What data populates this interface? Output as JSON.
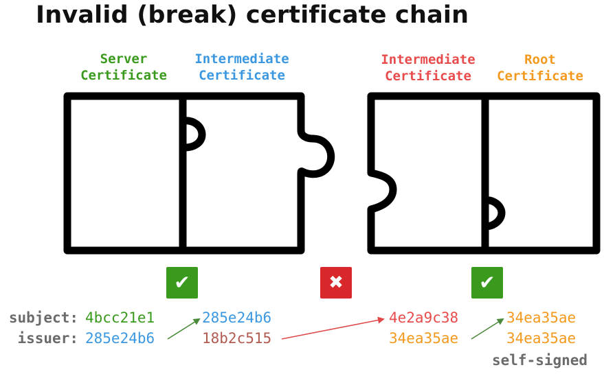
{
  "title": "Invalid (break) certificate chain",
  "colors": {
    "server": "#3a9a1e",
    "intermediate": "#3b98e0",
    "intermediate2": "#e84b4b",
    "root": "#f39a1e",
    "issuer_mismatch": "#b05a50",
    "row_label": "#6b6b6b",
    "ok_badge": "#3a9a1e",
    "bad_badge": "#d8282b"
  },
  "pieces": [
    {
      "label_line1": "Server",
      "label_line2": "Certificate"
    },
    {
      "label_line1": "Intermediate",
      "label_line2": "Certificate"
    },
    {
      "label_line1": "Intermediate",
      "label_line2": "Certificate"
    },
    {
      "label_line1": "Root",
      "label_line2": "Certificate"
    }
  ],
  "badges": [
    {
      "status": "valid",
      "symbol": "✔",
      "icon": "check-icon"
    },
    {
      "status": "invalid",
      "symbol": "✖",
      "icon": "cross-icon"
    },
    {
      "status": "valid",
      "symbol": "✔",
      "icon": "check-icon"
    }
  ],
  "row_labels": {
    "subject": "subject:",
    "issuer": "issuer:"
  },
  "certs": [
    {
      "subject": "4bcc21e1",
      "issuer": "285e24b6"
    },
    {
      "subject": "285e24b6",
      "issuer": "18b2c515"
    },
    {
      "subject": "4e2a9c38",
      "issuer": "34ea35ae"
    },
    {
      "subject": "34ea35ae",
      "issuer": "34ea35ae"
    }
  ],
  "self_signed": "self-signed"
}
